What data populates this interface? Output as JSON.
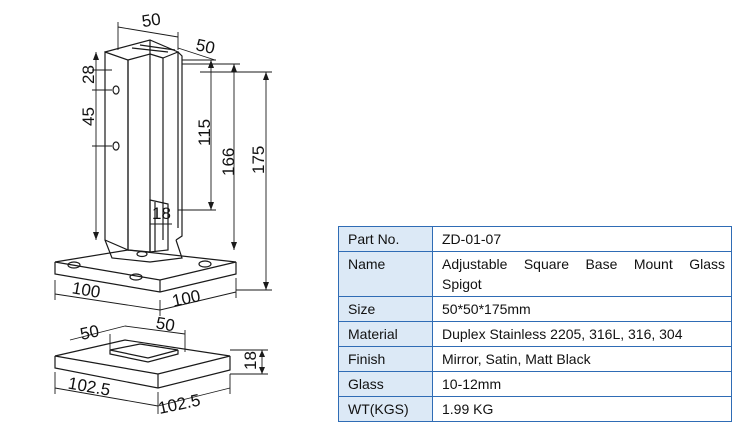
{
  "drawing": {
    "spigot": {
      "top_width_a": "50",
      "top_width_b": "50",
      "hole_top": "28",
      "hole_spacing": "45",
      "slot_depth": "115",
      "inner_height": "166",
      "total_height": "175",
      "glass_slot": "18",
      "base_width_a": "100",
      "base_width_b": "100"
    },
    "cover": {
      "hole_a": "50",
      "hole_b": "50",
      "height": "18",
      "width_a": "102.5",
      "width_b": "102.5"
    }
  },
  "specs": {
    "rows": [
      {
        "label": "Part No.",
        "value": "ZD-01-07"
      },
      {
        "label": "Name",
        "value_line1": "Adjustable Square Base Mount Glass",
        "value_line2": "Spigot"
      },
      {
        "label": "Size",
        "value": "50*50*175mm"
      },
      {
        "label": "Material",
        "value": "Duplex Stainless 2205, 316L, 316, 304"
      },
      {
        "label": "Finish",
        "value": "Mirror, Satin, Matt Black"
      },
      {
        "label": "Glass",
        "value": "10-12mm"
      },
      {
        "label": "WT(KGS)",
        "value": "1.99 KG"
      }
    ]
  },
  "colors": {
    "table_border": "#2f6cb5",
    "label_cell_bg": "#dce9f6"
  }
}
